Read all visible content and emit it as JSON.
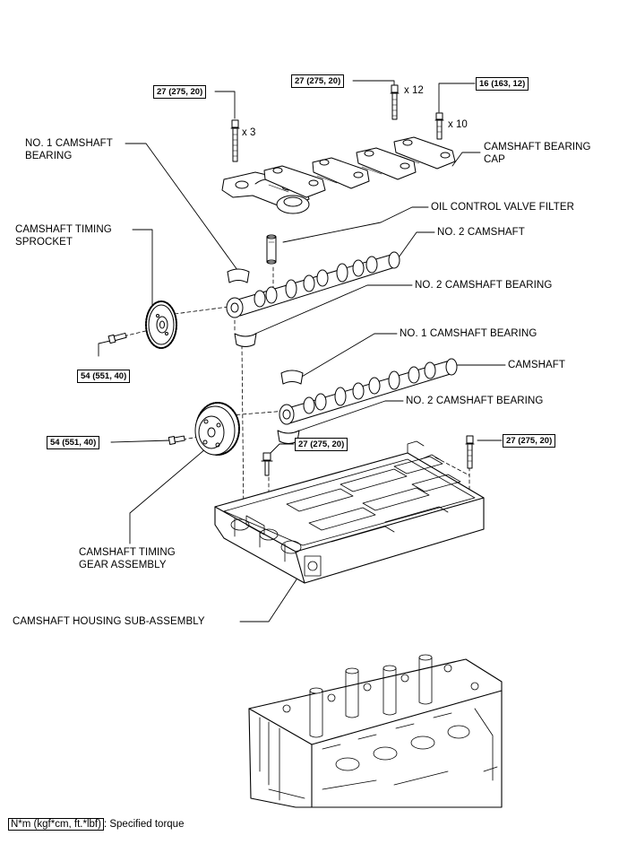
{
  "labels": {
    "no1_camshaft_bearing_top": "NO. 1 CAMSHAFT\nBEARING",
    "camshaft_timing_sprocket": "CAMSHAFT TIMING\nSPROCKET",
    "camshaft_bearing_cap": "CAMSHAFT BEARING\nCAP",
    "oil_control_valve_filter": "OIL CONTROL VALVE FILTER",
    "no2_camshaft": "NO. 2 CAMSHAFT",
    "no2_camshaft_bearing_top": "NO. 2 CAMSHAFT BEARING",
    "no1_camshaft_bearing_mid": "NO. 1 CAMSHAFT BEARING",
    "camshaft": "CAMSHAFT",
    "no2_camshaft_bearing_mid": "NO. 2 CAMSHAFT BEARING",
    "camshaft_timing_gear_assembly": "CAMSHAFT TIMING\nGEAR ASSEMBLY",
    "camshaft_housing_sub_assembly": "CAMSHAFT HOUSING SUB-ASSEMBLY"
  },
  "torques": {
    "bolt_x3": "27 (275, 20)",
    "bolt_x12": "27 (275, 20)",
    "bolt_x10": "16 (163, 12)",
    "sprocket_bolt": "54 (551, 40)",
    "gear_bolt": "54 (551, 40)",
    "housing_bolt_left": "27 (275, 20)",
    "housing_bolt_right": "27 (275, 20)"
  },
  "quantities": {
    "x3": "x 3",
    "x12": "x 12",
    "x10": "x 10"
  },
  "legend": {
    "unit": "N*m (kgf*cm, ft.*lbf)",
    "text": ": Specified torque"
  }
}
